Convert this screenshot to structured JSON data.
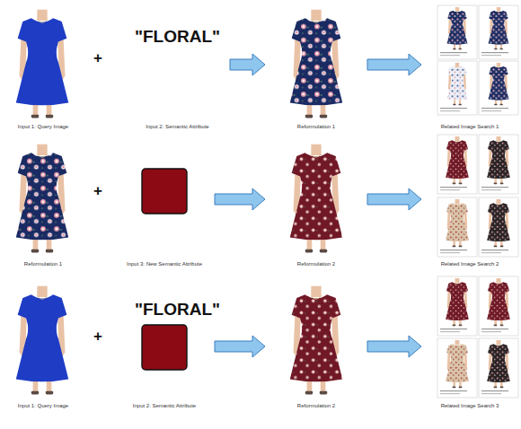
{
  "diagram": {
    "nodes": [
      {
        "text": [
          "Input 1: Query Image"
        ]
      },
      {
        "text": [
          "\"FLORAL\"",
          "Input 2: Semantic Attribute"
        ]
      },
      {
        "text": [
          "Reformulation 1"
        ]
      },
      {
        "text": [
          "Related Image Search 1"
        ]
      },
      {
        "text": [
          "Reformulation 1"
        ]
      },
      {
        "text": [
          "Input 3: New Semantic Attribute"
        ]
      },
      {
        "text": [
          "Reformulation 2"
        ]
      },
      {
        "text": [
          "Related Image Search 2"
        ]
      },
      {
        "text": [
          "Input 1: Query Image"
        ]
      },
      {
        "text": [
          "\"FLORAL\""
        ]
      },
      {
        "text": [
          "Input 2: Semantic Attribute"
        ]
      },
      {
        "text": [
          "Reformulation 2"
        ]
      },
      {
        "text": [
          "Related Image Search 3"
        ]
      }
    ],
    "edges": [
      {
        "from": 1,
        "to": 2,
        "arrow": "to"
      },
      {
        "from": 2,
        "to": 3,
        "arrow": "to"
      },
      {
        "from": 5,
        "to": 6,
        "arrow": "to"
      },
      {
        "from": 6,
        "to": 7,
        "arrow": "to"
      },
      {
        "from": 10,
        "to": 11,
        "arrow": "to"
      },
      {
        "from": 11,
        "to": 12,
        "arrow": "to"
      }
    ],
    "labels": [
      "+",
      "+",
      "+"
    ]
  }
}
